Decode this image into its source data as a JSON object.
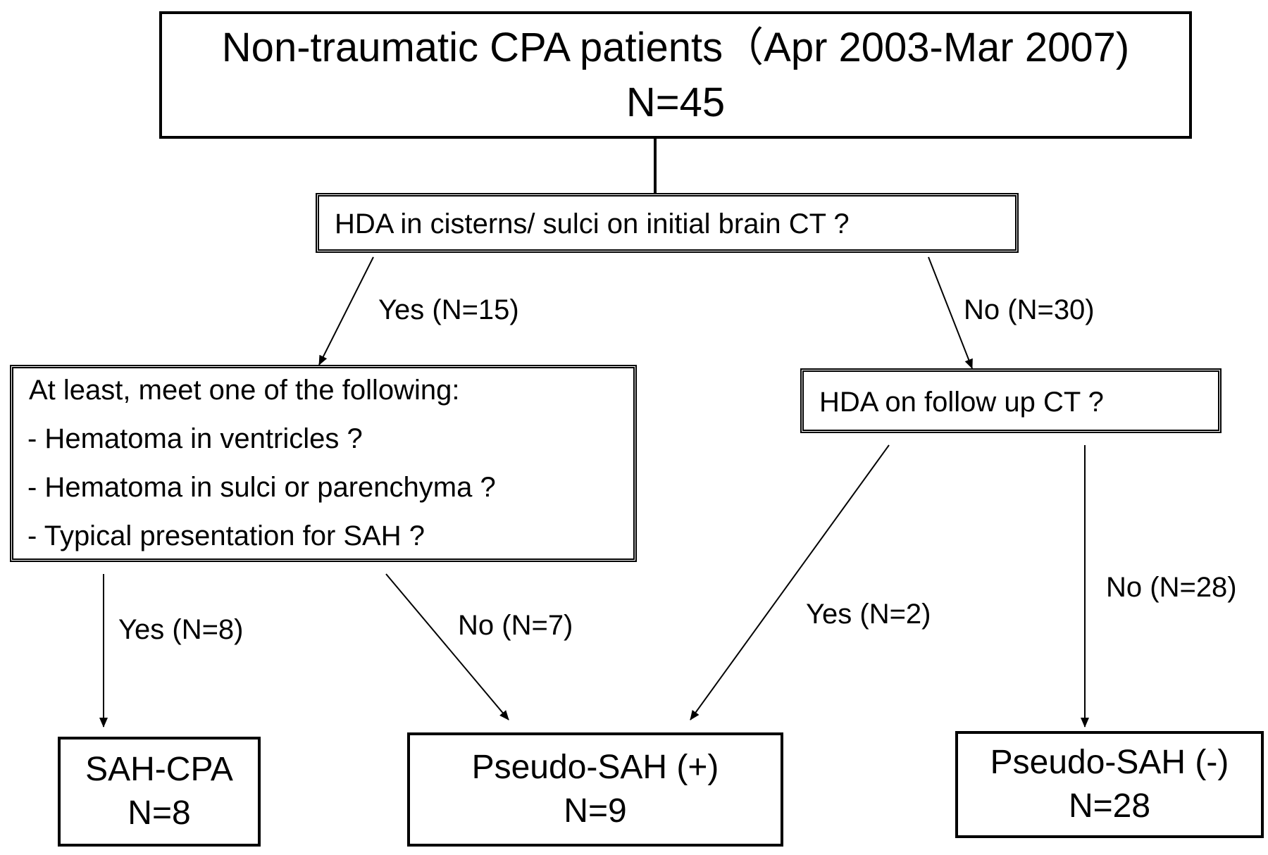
{
  "top": {
    "line1": "Non-traumatic CPA patients（Apr 2003-Mar 2007)",
    "line2": "N=45"
  },
  "q1": {
    "text": "HDA in cisterns/ sulci on initial brain CT ?"
  },
  "edge_q1_yes": "Yes (N=15)",
  "edge_q1_no": "No (N=30)",
  "criteria": {
    "heading": "At least, meet one of the following:",
    "items": [
      "- Hematoma in ventricles ?",
      "- Hematoma in sulci or parenchyma ?",
      "- Typical presentation for SAH ?"
    ]
  },
  "q2": {
    "text": "HDA on follow up CT ?"
  },
  "edge_criteria_yes": "Yes (N=8)",
  "edge_criteria_no": "No (N=7)",
  "edge_q2_yes": "Yes (N=2)",
  "edge_q2_no": "No (N=28)",
  "outcomes": {
    "sah_cpa": {
      "label": "SAH-CPA",
      "n": "N=8"
    },
    "pseudo_pos": {
      "label": "Pseudo-SAH (+)",
      "n": "N=9"
    },
    "pseudo_neg": {
      "label": "Pseudo-SAH (-)",
      "n": "N=28"
    }
  }
}
